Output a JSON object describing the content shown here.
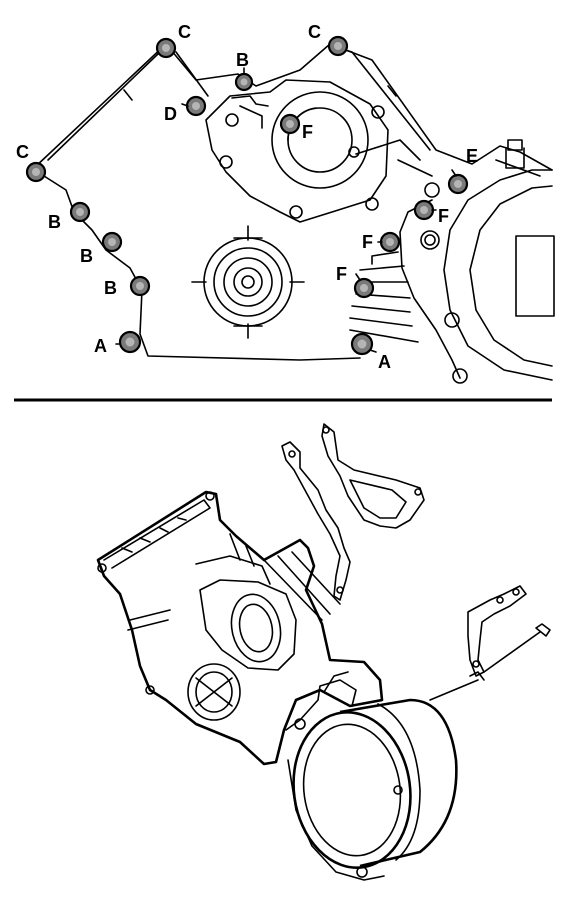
{
  "labels": {
    "a": "A",
    "b": "B",
    "c": "C",
    "d": "D",
    "e": "E",
    "f": "F"
  },
  "colors": {
    "line": "#000000",
    "bolt": "#7a7a7a",
    "background": "#ffffff"
  }
}
